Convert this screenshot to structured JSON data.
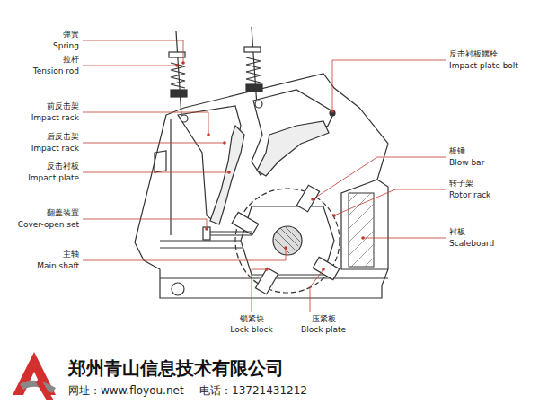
{
  "diagram": {
    "labels": [
      "弹簧",
      "Spring",
      "拉杆",
      "Tension rod",
      "前反击架",
      "Impact rack",
      "后反击架",
      "Impact rack",
      "反击衬板",
      "Impact plate",
      "翻盖装置",
      "Cover-open set",
      "主轴",
      "Main shaft",
      "锁紧块",
      "Lock block",
      "压紧板",
      "Block plate",
      "反击衬板螺栓",
      "Impact plate bolt",
      "板锤",
      "Blow bar",
      "转子架",
      "Rotor rack",
      "衬板",
      "Scaleboard",
      "郑州青山信息技术有限公司",
      "网址：www.floyou.net",
      "电话：13721431212"
    ]
  }
}
